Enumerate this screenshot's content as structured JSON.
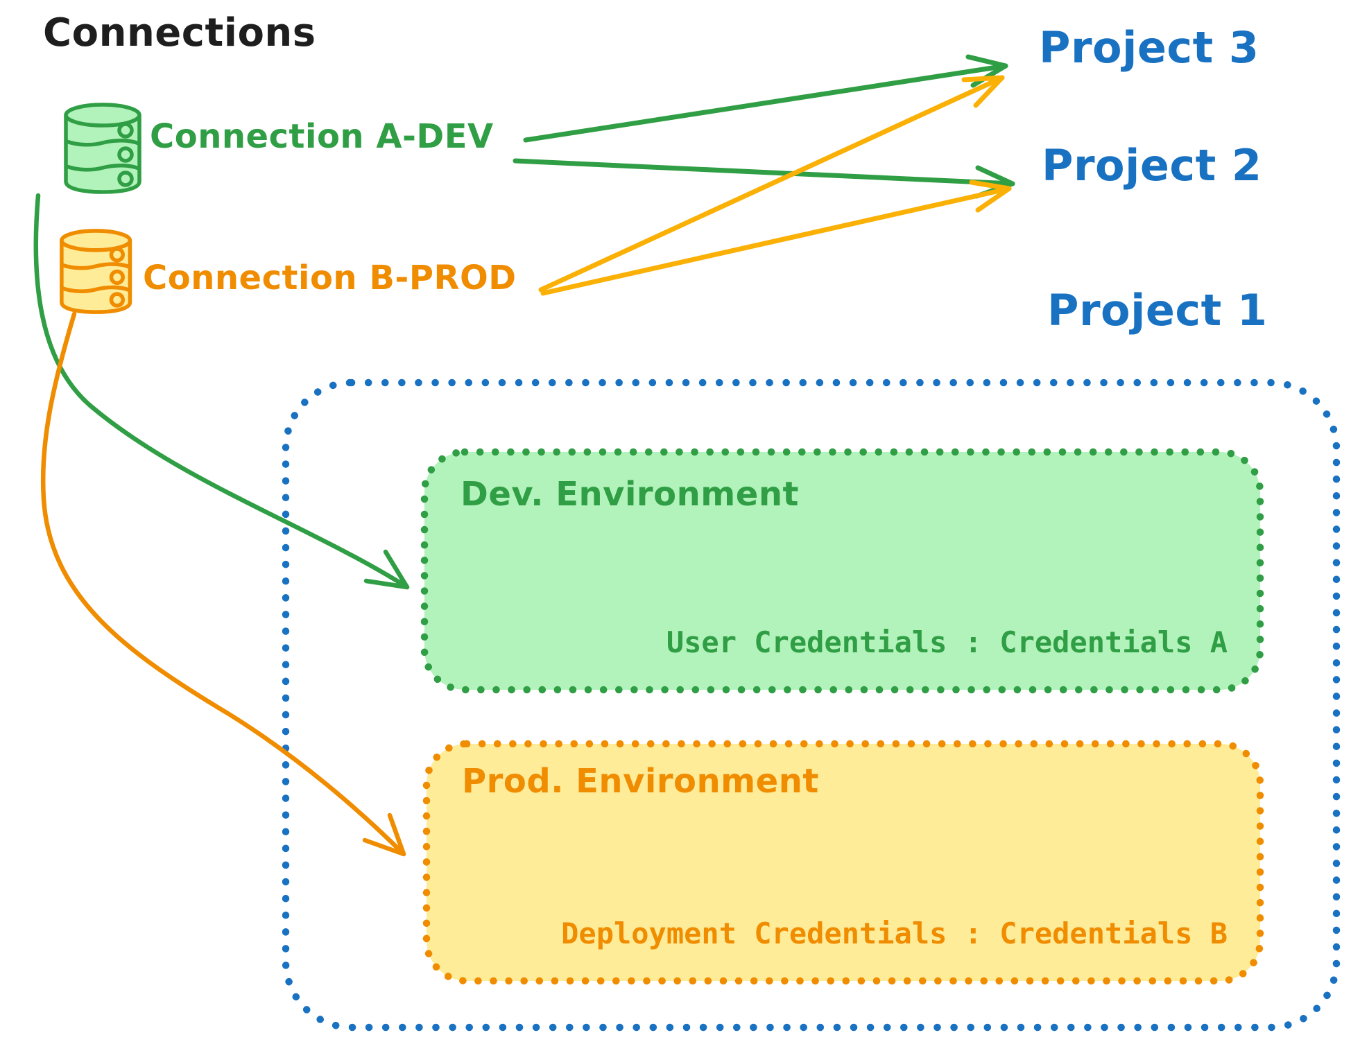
{
  "canvas_title": "Connections",
  "colors": {
    "ink": "#1e1e1e",
    "blue": "#1971c2",
    "green": "#2f9e44",
    "green-fill": "#b2f2bb",
    "orange": "#f08c00",
    "orange-fill": "#ffec99",
    "orange-arrow": "#fab005",
    "canvas-bg": "#ffffff"
  },
  "connections": [
    {
      "label": "Connection A-DEV",
      "icon": "database-icon",
      "color": "#2f9e44"
    },
    {
      "label": "Connection B-PROD",
      "icon": "database-icon",
      "color": "#f08c00"
    }
  ],
  "projects": [
    {
      "label": "Project 3"
    },
    {
      "label": "Project 2"
    },
    {
      "label": "Project 1"
    }
  ],
  "project1_box": {
    "border_color": "#1971c2",
    "environments": [
      {
        "title": "Dev. Environment",
        "credentials": "User Credentials : Credentials A",
        "stroke": "#2f9e44",
        "fill": "#b2f2bb"
      },
      {
        "title": "Prod. Environment",
        "credentials": "Deployment Credentials : Credentials B",
        "stroke": "#f08c00",
        "fill": "#ffec99"
      }
    ]
  },
  "edges": [
    {
      "from": "Connection A-DEV",
      "to": "Project 3",
      "style": "straight-arrow",
      "color": "#2f9e44"
    },
    {
      "from": "Connection A-DEV",
      "to": "Project 2",
      "style": "straight-arrow",
      "color": "#2f9e44"
    },
    {
      "from": "Connection B-PROD",
      "to": "Project 3",
      "style": "straight-arrow",
      "color": "#fab005"
    },
    {
      "from": "Connection B-PROD",
      "to": "Project 2",
      "style": "straight-arrow",
      "color": "#fab005"
    },
    {
      "from": "Connection A-DEV",
      "to": "Dev. Environment",
      "style": "curved-arrow",
      "color": "#2f9e44"
    },
    {
      "from": "Connection B-PROD",
      "to": "Prod. Environment",
      "style": "curved-arrow",
      "color": "#f08c00"
    }
  ]
}
